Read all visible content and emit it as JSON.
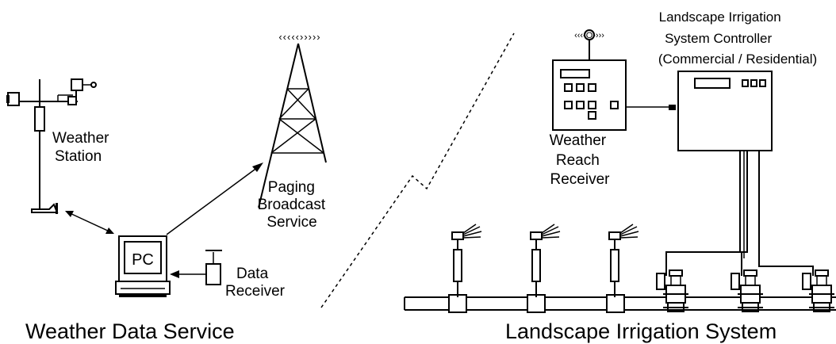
{
  "left_section": {
    "title": "Weather Data Service",
    "weather_station_label": [
      "Weather",
      "Station"
    ],
    "pc_label": "PC",
    "data_receiver_label": [
      "Data",
      "Receiver"
    ],
    "paging_label": [
      "Paging",
      "Broadcast",
      "Service"
    ],
    "tower_signal": "‹‹‹‹‹›››››"
  },
  "right_section": {
    "title": "Landscape Irrigation System",
    "controller_label": [
      "Landscape Irrigation",
      "System Controller",
      "(Commercial / Residential)"
    ],
    "receiver_label": [
      "Weather",
      "Reach",
      "Receiver"
    ],
    "antenna_signal": "‹‹‹‹O››››"
  }
}
